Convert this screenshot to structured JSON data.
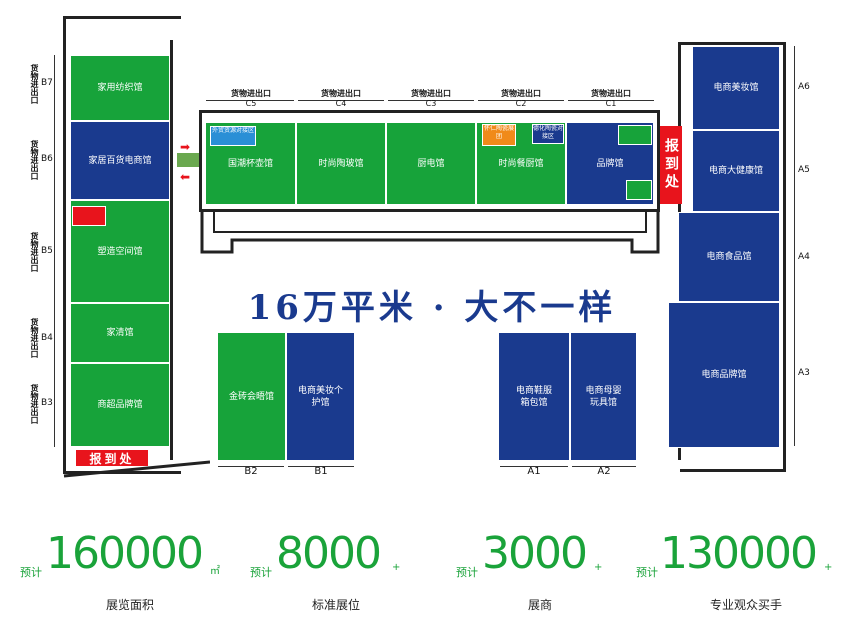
{
  "slogan": "16万平米 · 大不一样",
  "gate_label": "货物进出口",
  "left_halls": [
    {
      "code": "B7",
      "name": "家用纺织馆"
    },
    {
      "code": "B6",
      "name": "家居百货电商馆"
    },
    {
      "code": "B5",
      "name": "塑造空间馆"
    },
    {
      "code": "B4",
      "name": "家清馆"
    },
    {
      "code": "B3",
      "name": "商超品牌馆"
    }
  ],
  "top_halls": [
    {
      "code": "C5",
      "name": "国潮杯壶馆"
    },
    {
      "code": "C4",
      "name": "时尚陶玻馆"
    },
    {
      "code": "C3",
      "name": "厨电馆"
    },
    {
      "code": "C2",
      "name": "时尚餐厨馆"
    },
    {
      "code": "C1",
      "name": "品牌馆"
    }
  ],
  "right_halls": [
    {
      "code": "A6",
      "name": "电商美妆馆"
    },
    {
      "code": "A5",
      "name": "电商大健康馆"
    },
    {
      "code": "A4",
      "name": "电商食品馆"
    },
    {
      "code": "A3",
      "name": "电商品牌馆"
    }
  ],
  "bottom_left_halls": [
    {
      "code": "B2",
      "name": "金砖会晤馆"
    },
    {
      "code": "B1",
      "name": "电商美妆个护馆"
    }
  ],
  "bottom_right_halls": [
    {
      "code": "A1",
      "name": "电商鞋服箱包馆"
    },
    {
      "code": "A2",
      "name": "电商母婴玩具馆"
    }
  ],
  "c5_badge": "外贸资源对接区",
  "c2_badge_orange": "怀仁陶瓷展团",
  "c2_badge_blue": "德化陶瓷对接区",
  "registration": "报到处",
  "stats": [
    {
      "prefix": "预计",
      "value": "160000",
      "suffix": "㎡",
      "label": "展览面积"
    },
    {
      "prefix": "预计",
      "value": "8000",
      "suffix": "+",
      "label": "标准展位"
    },
    {
      "prefix": "预计",
      "value": "3000",
      "suffix": "+",
      "label": "展商"
    },
    {
      "prefix": "预计",
      "value": "130000",
      "suffix": "+",
      "label": "专业观众买手"
    }
  ],
  "colors": {
    "green": "#17a33a",
    "navy": "#1a3a8e",
    "red": "#e8141c",
    "stat": "#1aa33a"
  }
}
